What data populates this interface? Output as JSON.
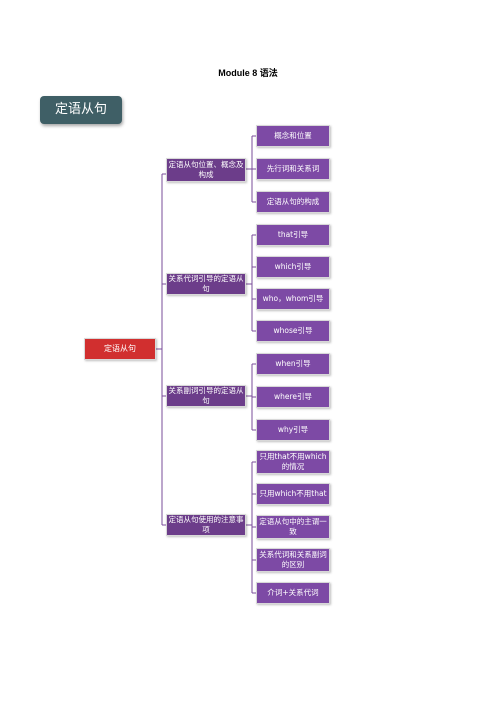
{
  "page": {
    "title": "Module 8  语法"
  },
  "badge": {
    "label": "定语从句"
  },
  "mindmap": {
    "root": "定语从句",
    "branches": [
      {
        "label": "定语从句位置、概念及构成",
        "children": [
          "概念和位置",
          "先行词和关系词",
          "定语从句的构成"
        ]
      },
      {
        "label": "关系代词引导的定语从句",
        "children": [
          "that引导",
          "which引导",
          "who，whom引导",
          "whose引导"
        ]
      },
      {
        "label": "关系副词引导的定语从句",
        "children": [
          "when引导",
          "where引导",
          "why引导"
        ]
      },
      {
        "label": "定语从句使用的注意事项",
        "children": [
          "只用that不用which的情况",
          "只用which不用that",
          "定语从句中的主谓一致",
          "关系代词和关系副词的区别",
          "介词+关系代词"
        ]
      }
    ]
  },
  "colors": {
    "root": "#d12f2f",
    "branch": "#6c3d8a",
    "leaf": "#7d4aa5",
    "badge": "#3f5f66",
    "line": "#7a4c9a"
  }
}
